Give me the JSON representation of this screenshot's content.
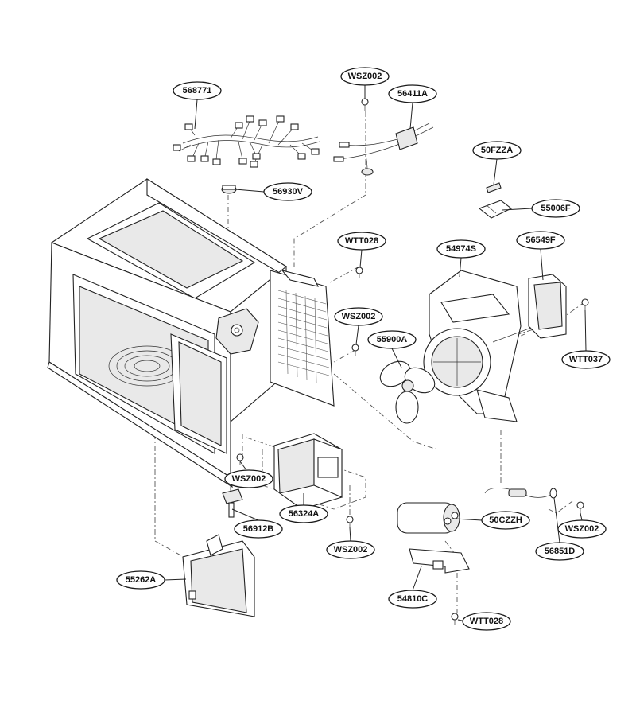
{
  "part_labels": [
    {
      "id": "568771",
      "text": "568771"
    },
    {
      "id": "WSZ002-top",
      "text": "WSZ002"
    },
    {
      "id": "56411A",
      "text": "56411A"
    },
    {
      "id": "50FZZA",
      "text": "50FZZA"
    },
    {
      "id": "56930V",
      "text": "56930V"
    },
    {
      "id": "55006F",
      "text": "55006F"
    },
    {
      "id": "WTT028-mid",
      "text": "WTT028"
    },
    {
      "id": "54974S",
      "text": "54974S"
    },
    {
      "id": "56549F",
      "text": "56549F"
    },
    {
      "id": "WSZ002-mid",
      "text": "WSZ002"
    },
    {
      "id": "55900A",
      "text": "55900A"
    },
    {
      "id": "WTT037",
      "text": "WTT037"
    },
    {
      "id": "WSZ002-left",
      "text": "WSZ002"
    },
    {
      "id": "56324A",
      "text": "56324A"
    },
    {
      "id": "56912B",
      "text": "56912B"
    },
    {
      "id": "50CZZH",
      "text": "50CZZH"
    },
    {
      "id": "WSZ002-right",
      "text": "WSZ002"
    },
    {
      "id": "WSZ002-bottom",
      "text": "WSZ002"
    },
    {
      "id": "55262A",
      "text": "55262A"
    },
    {
      "id": "56851D",
      "text": "56851D"
    },
    {
      "id": "54810C",
      "text": "54810C"
    },
    {
      "id": "WTT028-bottom",
      "text": "WTT028"
    }
  ]
}
